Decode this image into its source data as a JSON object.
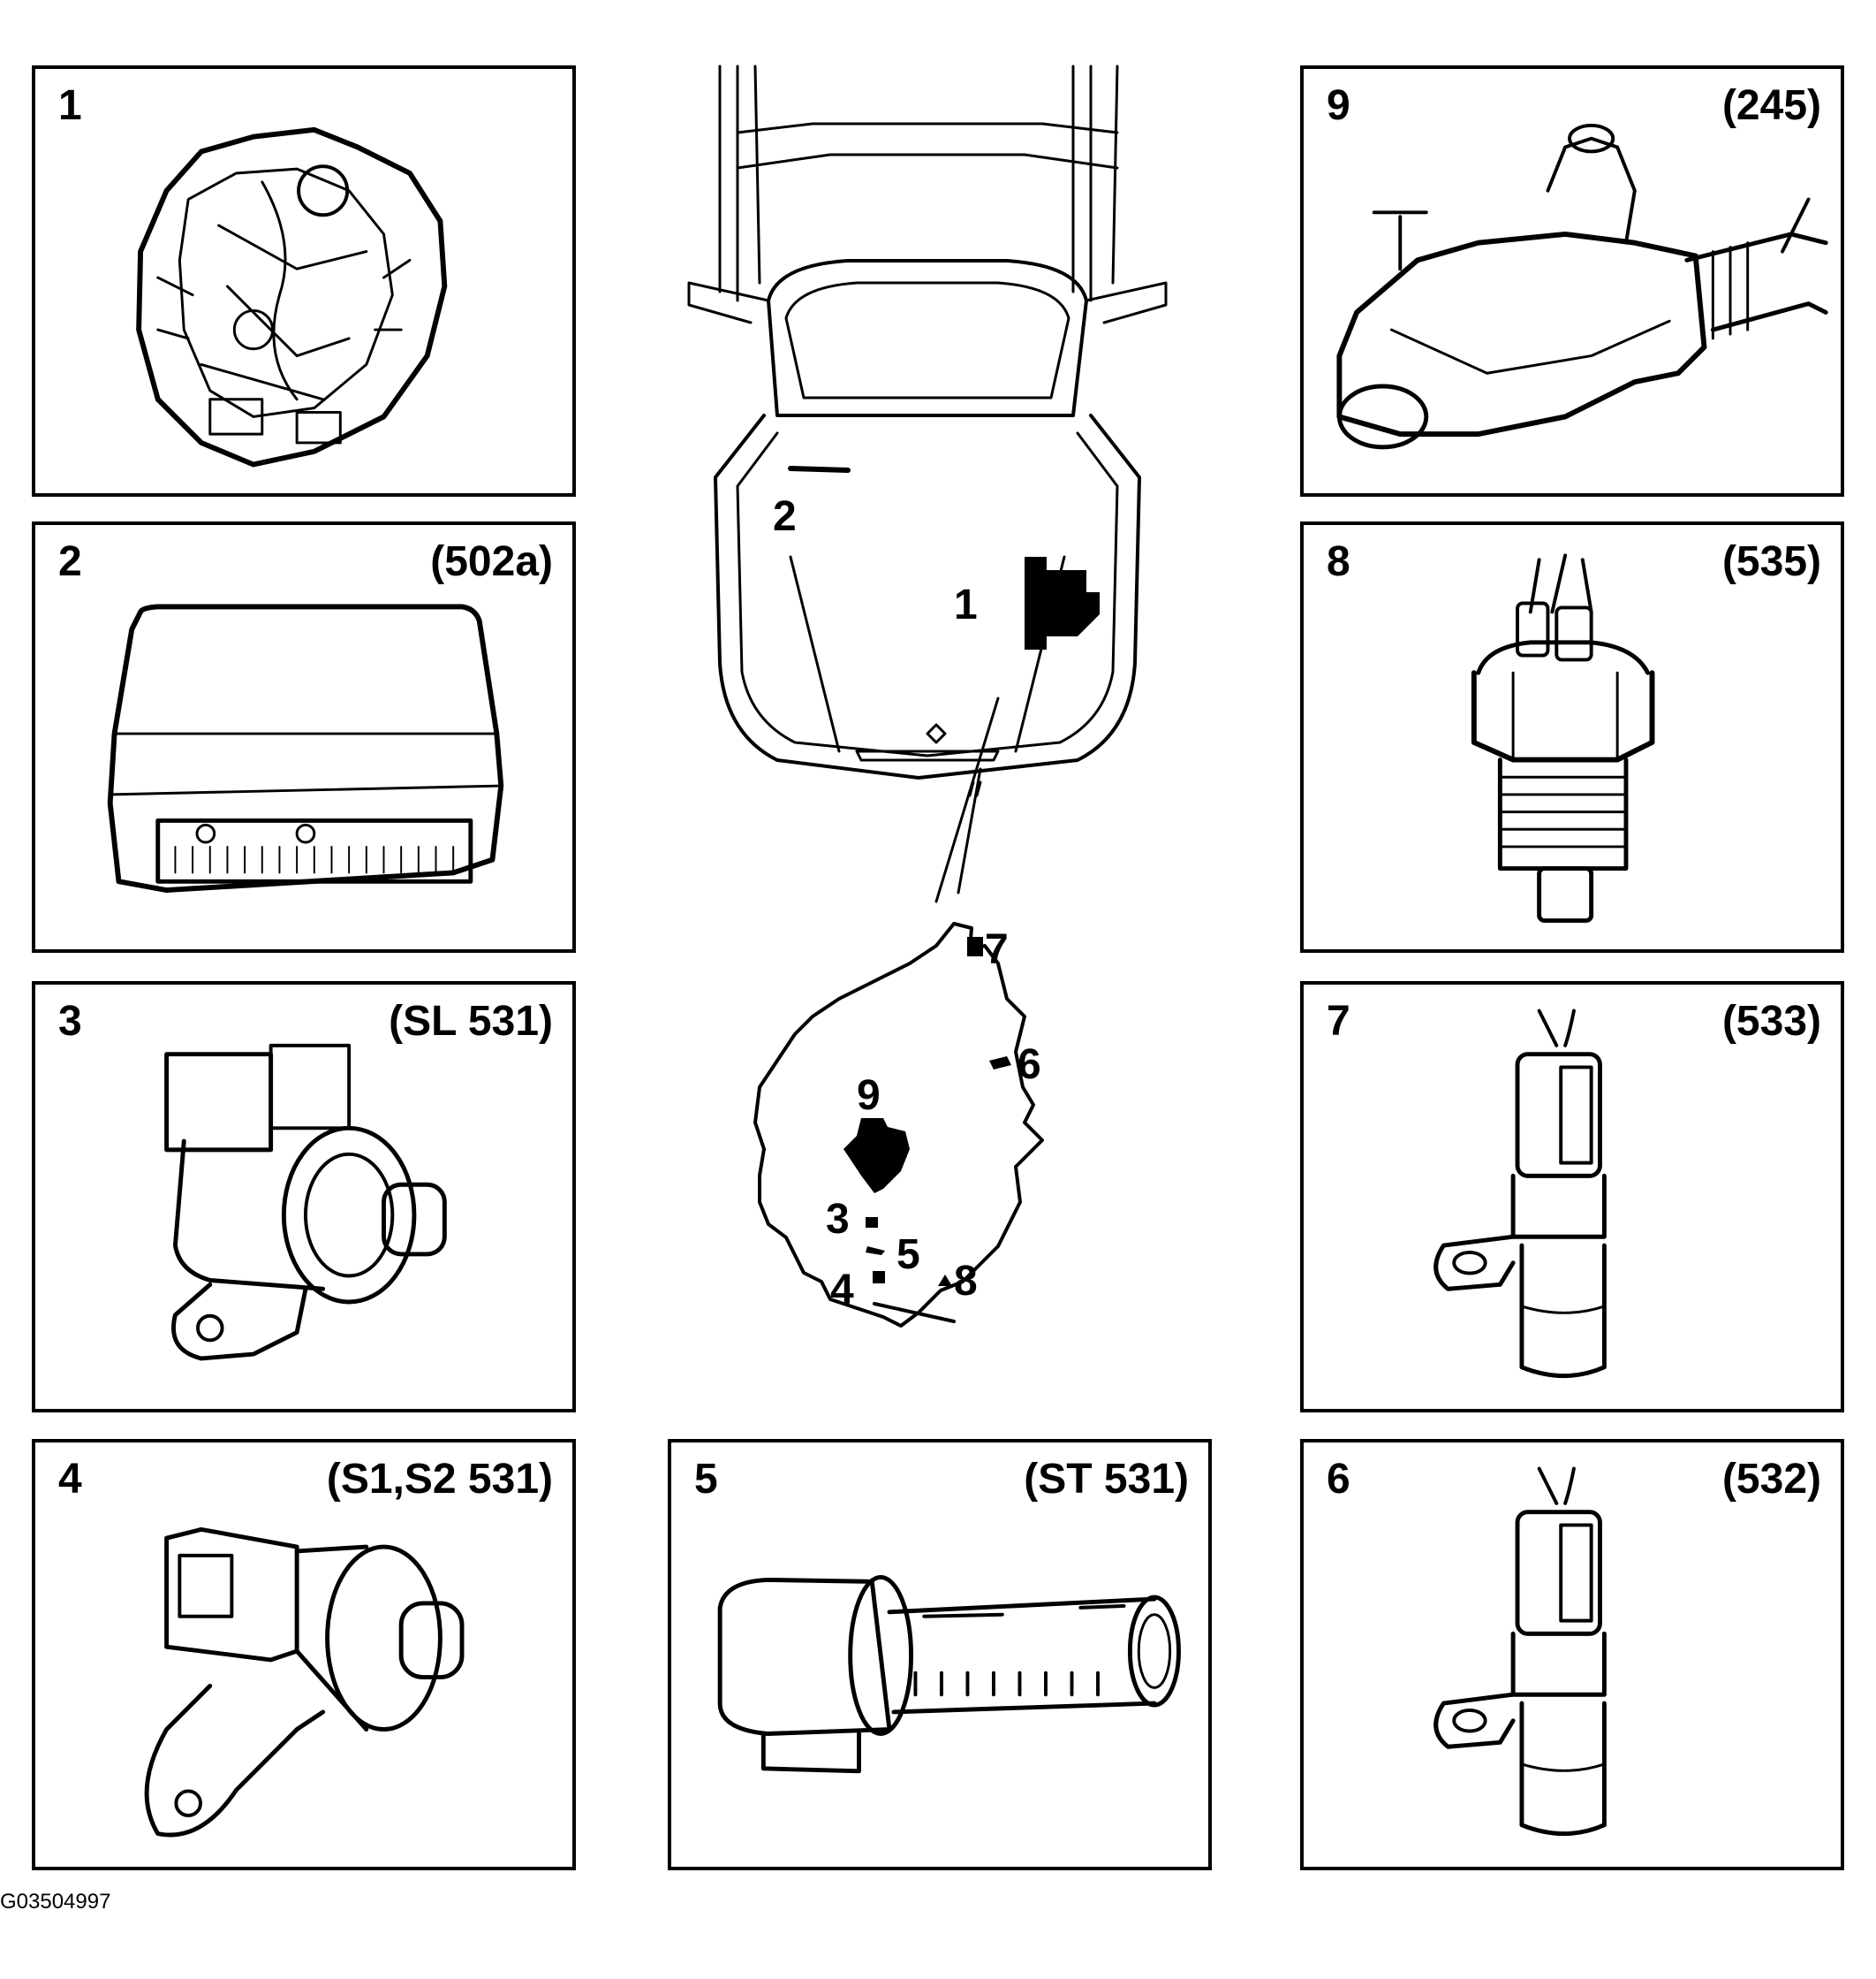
{
  "figure_id": "G03504997",
  "panels": [
    {
      "num": "1",
      "code": ""
    },
    {
      "num": "2",
      "code": "(502a)"
    },
    {
      "num": "3",
      "code": "(SL 531)"
    },
    {
      "num": "4",
      "code": "(S1,S2 531)"
    },
    {
      "num": "5",
      "code": "(ST 531)"
    },
    {
      "num": "9",
      "code": "(245)"
    },
    {
      "num": "8",
      "code": "(535)"
    },
    {
      "num": "7",
      "code": "(533)"
    },
    {
      "num": "6",
      "code": "(532)"
    }
  ],
  "car_callouts": {
    "c1": "1",
    "c2": "2"
  },
  "trans_callouts": {
    "c3": "3",
    "c4": "4",
    "c5": "5",
    "c6": "6",
    "c7": "7",
    "c8": "8",
    "c9": "9"
  }
}
